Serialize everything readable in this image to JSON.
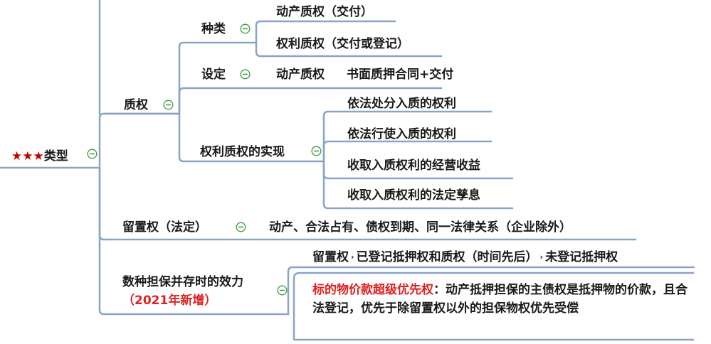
{
  "root": {
    "stars": "★★★",
    "label": "类型"
  },
  "branches": {
    "zhiquan": {
      "label": "质权",
      "zhonglei": {
        "label": "种类",
        "items": [
          "动产质权（交付）",
          "权利质权（交付或登记）"
        ]
      },
      "sheding": {
        "label": "设定",
        "sub": "动产质权",
        "detail": "书面质押合同+交付"
      },
      "shixian": {
        "label": "权利质权的实现",
        "items": [
          "依法处分入质的权利",
          "依法行使入质的权利",
          "收取入质权利的经营收益",
          "收取入质权利的法定孳息"
        ]
      }
    },
    "liuzhi": {
      "label": "留置权（法定）",
      "detail": "动产、合法占有、债权到期、同一法律关系（企业除外）"
    },
    "xiaoli": {
      "label": "数种担保并存时的效力",
      "note": "（2021年新增）",
      "order": [
        "留置权",
        "已登记抵押权和质权（时间先后）",
        "未登记抵押权"
      ],
      "order_sep": "›",
      "super_title": "标的物价款超级优先权",
      "super_colon": "：",
      "super_text": "动产抵押担保的主债权是抵押物的价款，且合法登记，优先于除留置权以外的担保物权优先受偿"
    }
  },
  "colors": {
    "line": "#8aa3c8",
    "toggle": "#3a9a3a",
    "accent": "#e02020",
    "stars": "#c00000"
  },
  "icon": "collapse-toggle-icon"
}
